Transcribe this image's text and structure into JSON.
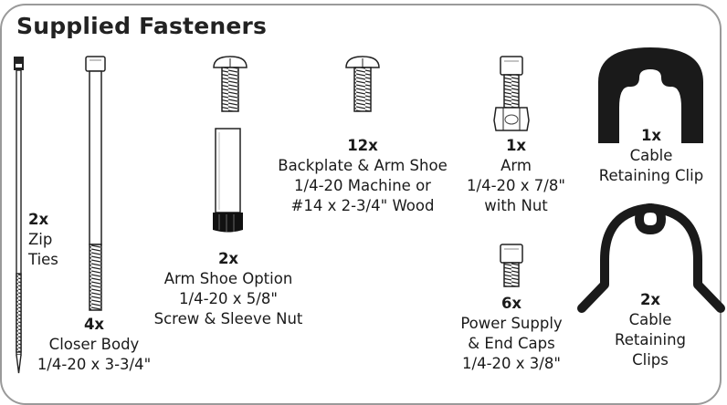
{
  "title": "Supplied Fasteners",
  "items": {
    "zip_ties": {
      "qty": "2x",
      "line1": "Zip",
      "line2": "Ties"
    },
    "closer_body": {
      "qty": "4x",
      "line1": "Closer Body",
      "line2": "1/4-20 x 3-3/4\""
    },
    "arm_shoe_option": {
      "qty": "2x",
      "line1": "Arm Shoe Option",
      "line2": "1/4-20 x 5/8\"",
      "line3": "Screw & Sleeve Nut"
    },
    "backplate": {
      "qty": "12x",
      "line1": "Backplate & Arm Shoe",
      "line2": "1/4-20 Machine or",
      "line3": "#14 x 2-3/4\" Wood"
    },
    "arm": {
      "qty": "1x",
      "line1": "Arm",
      "line2": "1/4-20 x 7/8\"",
      "line3": "with Nut"
    },
    "power_supply": {
      "qty": "6x",
      "line1": "Power Supply",
      "line2": "& End Caps",
      "line3": "1/4-20 x 3/8\""
    },
    "cable_clip_single": {
      "qty": "1x",
      "line1": "Cable",
      "line2": "Retaining Clip"
    },
    "cable_clips": {
      "qty": "2x",
      "line1": "Cable",
      "line2": "Retaining",
      "line3": "Clips"
    }
  }
}
